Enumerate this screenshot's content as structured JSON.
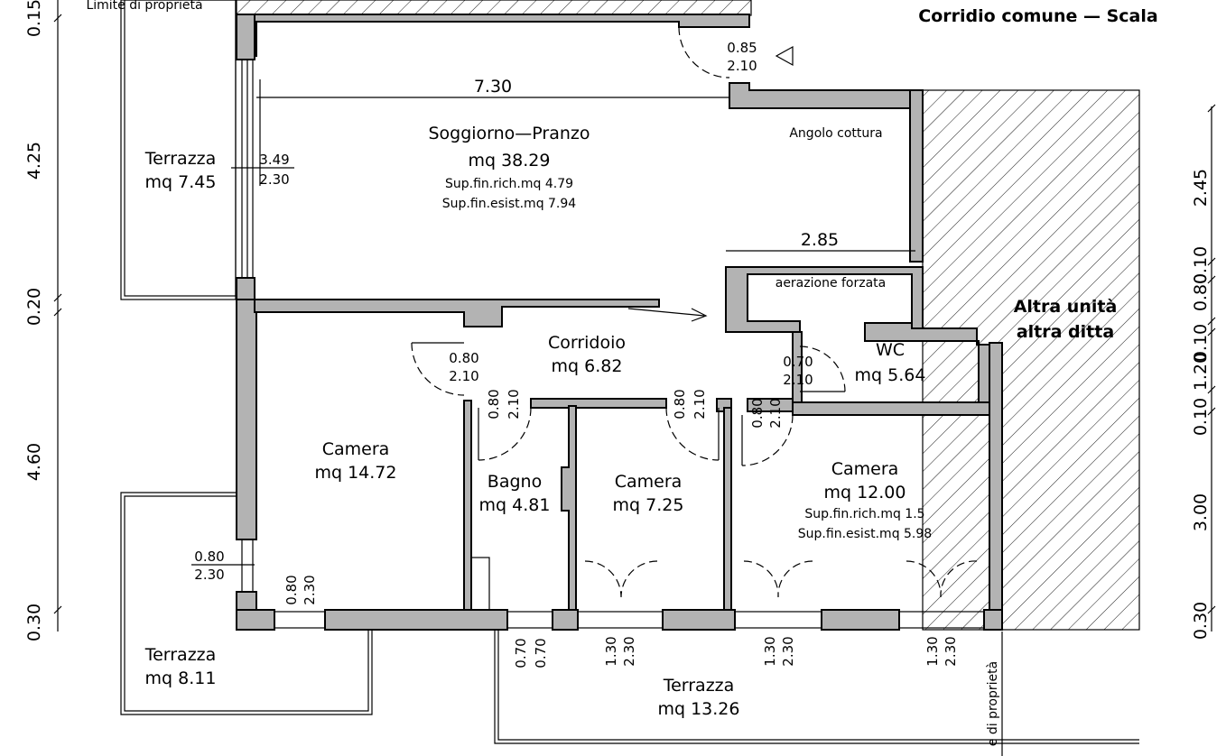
{
  "header": {
    "corridor_stair": "Corridio comune — Scala",
    "property_limit_top": "Limite di proprietà",
    "property_limit_bottom": "e di proprietà"
  },
  "neighbor": {
    "line1": "Altra unità",
    "line2": "altra ditta"
  },
  "rooms": {
    "soggiorno": {
      "name": "Soggiorno—Pranzo",
      "area": "mq 38.29",
      "sup_rich": "Sup.fin.rich.mq 4.79",
      "sup_esist": "Sup.fin.esist.mq 7.94"
    },
    "angolo_cottura": "Angolo cottura",
    "aerazione": "aerazione forzata",
    "corridoio": {
      "name": "Corridoio",
      "area": "mq 6.82"
    },
    "wc": {
      "name": "WC",
      "area": "mq 5.64"
    },
    "camera_left": {
      "name": "Camera",
      "area": "mq 14.72"
    },
    "bagno": {
      "name": "Bagno",
      "area": "mq 4.81"
    },
    "camera_mid": {
      "name": "Camera",
      "area": "mq 7.25"
    },
    "camera_right": {
      "name": "Camera",
      "area": "mq 12.00",
      "sup_rich": "Sup.fin.rich.mq 1.5",
      "sup_esist": "Sup.fin.esist.mq 5.98"
    },
    "terrazza_top": {
      "name": "Terrazza",
      "area": "mq 7.45"
    },
    "terrazza_bl": {
      "name": "Terrazza",
      "area": "mq 8.11"
    },
    "terrazza_bottom": {
      "name": "Terrazza",
      "area": "mq 13.26"
    }
  },
  "dimensions": {
    "living_length": "7.30",
    "kitchen_length": "2.85",
    "entry_door": {
      "w": "0.85",
      "h": "2.10"
    },
    "living_window": {
      "w": "3.49",
      "h": "2.30"
    },
    "corridor_door_left": {
      "w": "0.80",
      "h": "2.10"
    },
    "wc_door": {
      "w": "0.70",
      "h": "2.10"
    },
    "bagno_door": {
      "w": "0.80",
      "h": "2.10"
    },
    "camera_mid_door": {
      "w": "0.80",
      "h": "2.10"
    },
    "camera_right_door": {
      "w": "0.80",
      "h": "2.10"
    },
    "camera_left_window": {
      "w": "0.80",
      "h": "2.30"
    },
    "camera_left_window_bottom": {
      "w": "0.80",
      "h": "2.30"
    },
    "bagno_window": {
      "w": "0.70",
      "h": "0.70"
    },
    "camera_mid_window": {
      "w": "1.30",
      "h": "2.30"
    },
    "camera_right_window": {
      "w": "1.30",
      "h": "2.30"
    },
    "left_ruler": [
      "0.15",
      "4.25",
      "0.20",
      "4.60",
      "0.30"
    ],
    "right_ruler": [
      "2.45",
      "0.10",
      "0.80",
      "0.10",
      "1.20",
      "0.10",
      "3.00",
      "0.30"
    ]
  }
}
